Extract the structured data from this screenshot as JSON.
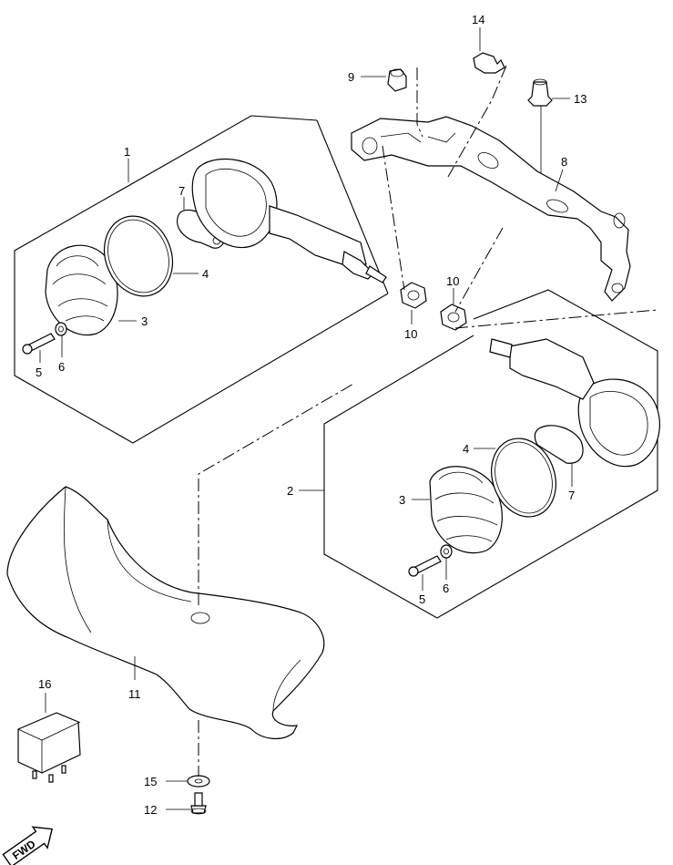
{
  "labels": {
    "p1": "1",
    "p2": "2",
    "p3a": "3",
    "p3b": "3",
    "p4a": "4",
    "p4b": "4",
    "p5a": "5",
    "p5b": "5",
    "p6a": "6",
    "p6b": "6",
    "p7a": "7",
    "p7b": "7",
    "p8": "8",
    "p9": "9",
    "p10a": "10",
    "p10b": "10",
    "p11": "11",
    "p12": "12",
    "p13": "13",
    "p14": "14",
    "p15": "15",
    "p16": "16"
  },
  "fwd": "FWD"
}
